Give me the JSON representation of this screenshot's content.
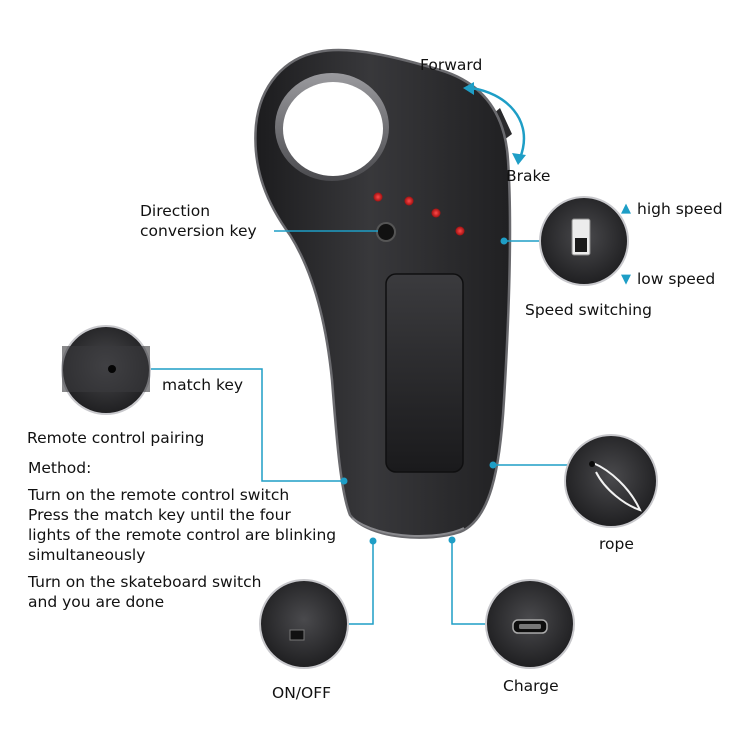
{
  "labels": {
    "forward": "Forward",
    "brake": "Brake",
    "direction_line1": "Direction",
    "direction_line2": "conversion key",
    "high_speed": "high speed",
    "low_speed": "low speed",
    "speed_switching": "Speed switching",
    "match_key": "match key",
    "pairing": "Remote control pairing",
    "rope": "rope",
    "on_off": "ON/OFF",
    "charge": "Charge"
  },
  "method": {
    "heading": "Method:",
    "lines": [
      "Turn on the remote control switch",
      "Press the match key until the four",
      "lights of the remote control are blinking",
      "simultaneously",
      "Turn on the skateboard switch",
      "and you are done"
    ]
  },
  "icons": {
    "high": "arrow-up-icon",
    "low": "arrow-down-icon"
  },
  "colors": {
    "accent": "#1e9ec6",
    "body": "#2b2b2d",
    "led": "#e0202a"
  }
}
